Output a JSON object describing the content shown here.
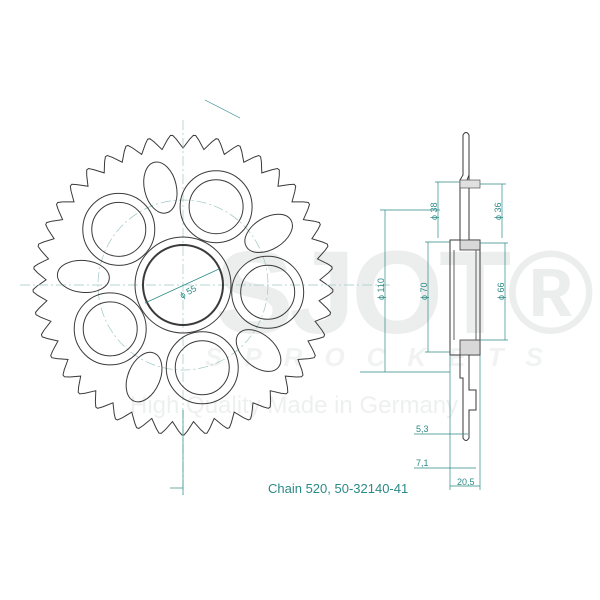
{
  "watermark": {
    "brand": "SJOT®",
    "sub": "SPROCKETS",
    "tagline": "High Quality Made in Germany"
  },
  "sprocket": {
    "teeth": 41,
    "bolt_holes": 5
  },
  "dimensions": {
    "bore": "ϕ 55",
    "bolt_circle": "ϕ 110",
    "d38": "ϕ 38",
    "d36": "ϕ 36",
    "d70": "ϕ 70",
    "d66": "ϕ 66",
    "t53": "5,3",
    "t71": "7,1",
    "w205": "20,5"
  },
  "caption": "Chain 520, 50-32140-41",
  "colors": {
    "line": "#3a3a3a",
    "dim": "#2b8a86",
    "center": "#9fc7c5"
  }
}
